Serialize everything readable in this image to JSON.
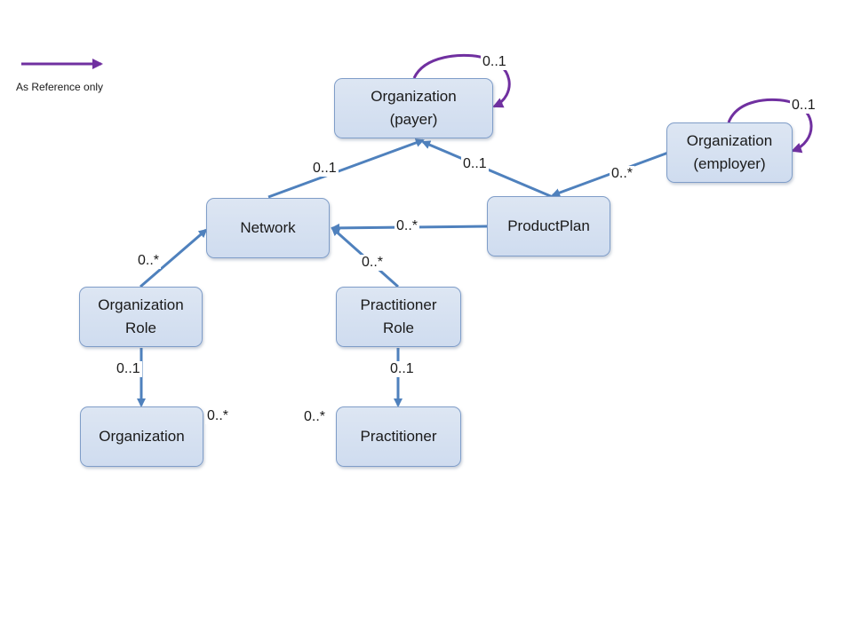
{
  "legend": {
    "label": "As Reference only",
    "color": "#7030a0"
  },
  "colors": {
    "edge": "#4f81bd",
    "reference": "#7030a0",
    "node_fill": "#d6e0f0",
    "node_border": "#7f9dc8"
  },
  "nodes": {
    "org_payer": {
      "line1": "Organization",
      "line2": "(payer)"
    },
    "org_employer": {
      "line1": "Organization",
      "line2": "(employer)"
    },
    "network": {
      "line1": "Network"
    },
    "product_plan": {
      "line1": "ProductPlan"
    },
    "org_role": {
      "line1": "Organization",
      "line2": "Role"
    },
    "pract_role": {
      "line1": "Practitioner",
      "line2": "Role"
    },
    "organization": {
      "line1": "Organization"
    },
    "practitioner": {
      "line1": "Practitioner"
    }
  },
  "multiplicities": {
    "payer_self": "0..1",
    "employer_self": "0..1",
    "network_to_payer": "0..1",
    "plan_to_payer": "0..1",
    "employer_to_plan": "0..*",
    "plan_to_network": "0..*",
    "orgrole_to_network": "0..*",
    "practrole_to_network": "0..*",
    "orgrole_to_org": "0..1",
    "org_side": "0..*",
    "practrole_to_pract": "0..1",
    "pract_side": "0..*"
  }
}
